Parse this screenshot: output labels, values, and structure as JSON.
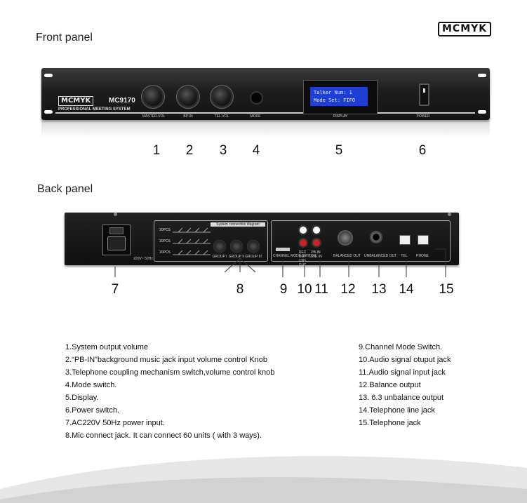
{
  "brand": {
    "logo_text": "MCMYK"
  },
  "front": {
    "title": "Front panel",
    "model": "MC9170",
    "subtitle": "PROFESSIONAL MEETING SYSTEM",
    "knob_labels": [
      "MASTER-VOL",
      "BP-IN",
      "TEL-VOL",
      "MODE",
      "DISPLAY",
      "POWER"
    ],
    "lcd_line1": "Talker Num:  1",
    "lcd_line2": "Mode Set:  FIFO",
    "numbers": [
      "1",
      "2",
      "3",
      "4",
      "5",
      "6"
    ]
  },
  "back": {
    "title": "Back panel",
    "power_label": "220V~ 50Hz",
    "diagram_title": "System connection diagram",
    "pcs_labels": [
      "20PCS",
      "20PCS",
      "20PCS"
    ],
    "group_labels": [
      "GROUP I",
      "GROUP II",
      "GROUP III"
    ],
    "channel_label": "CHANNEL MODE SWITCH",
    "rec_out_label": "REC OUT LINE OUT",
    "pb_in_label": "PB-IN LINE IN",
    "balanced_label": "BALANCED OUT",
    "unbalanced_label": "UNBALANCED OUT",
    "tel_label": "TEL",
    "phone_label": "PHONE",
    "numbers": [
      "7",
      "8",
      "9",
      "10",
      "11",
      "12",
      "13",
      "14",
      "15"
    ]
  },
  "legend_left": [
    "1.System output volume",
    "2.“PB-IN”background music jack input volume control Knob",
    "3.Telephone coupling mechanism switch,volume control knob",
    "4.Mode switch.",
    "5.Display.",
    "6.Power switch.",
    "7.AC220V 50Hz power input.",
    "8.Mic  connect jack. It can connect 60 units ( with 3 ways)."
  ],
  "legend_right": [
    "9.Channel Mode Switch.",
    "10.Audio signal otuput jack",
    "11.Audio signal input jack",
    "12.Balance output",
    "13. 6.3 unbalance output",
    "14.Telephone line jack",
    "15.Telephone jack"
  ]
}
